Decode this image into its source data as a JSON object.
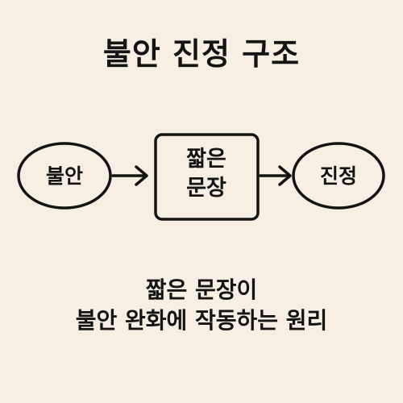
{
  "title": "불안 진정 구조",
  "nodes": {
    "anxiety": "불안",
    "short_sentence_line1": "짧은",
    "short_sentence_line2": "문장",
    "calm": "진정"
  },
  "caption": {
    "line1": "짧은 문장이",
    "line2": "불안 완화에 작동하는 원리"
  }
}
